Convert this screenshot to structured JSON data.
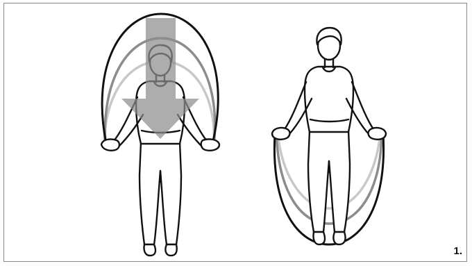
{
  "figure": {
    "step_number": "1.",
    "icons": [
      "jump-rope-overhead-figure",
      "jump-rope-below-feet-figure",
      "downward-arrow-icon"
    ],
    "colors": {
      "outline": "#111111",
      "rope_dark": "#222222",
      "rope_mid": "#8c8c8c",
      "rope_light": "#c8c8c8",
      "arrow_fill": "#8d8d8d"
    }
  }
}
